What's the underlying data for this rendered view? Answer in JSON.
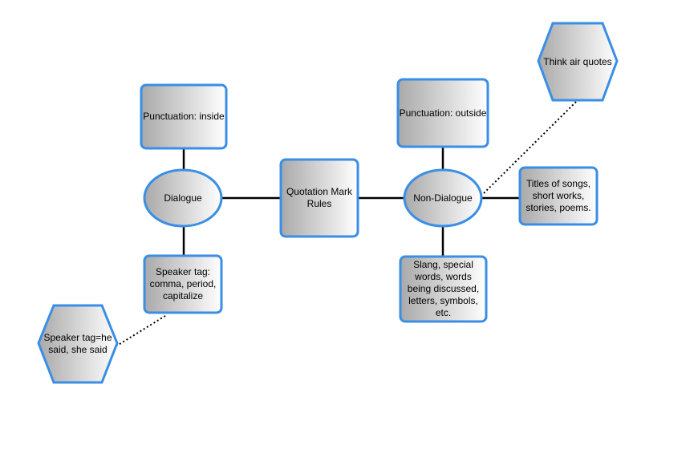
{
  "diagram": {
    "colors": {
      "border": "#3a8ee6",
      "fill_dark": "#a9a9a9",
      "fill_light": "#ffffff",
      "connector": "#000000"
    },
    "center": {
      "label": "Quotation Mark Rules"
    },
    "dialogue": {
      "label": "Dialogue",
      "punctuation": "Punctuation: inside",
      "speaker_tag": "Speaker tag: comma, period, capitalize",
      "speaker_tag_note": "Speaker tag=he said, she said"
    },
    "non_dialogue": {
      "label": "Non-Dialogue",
      "punctuation": "Punctuation: outside",
      "titles": "Titles of songs, short works, stories, poems.",
      "slang": "Slang, special words, words being discussed, letters, symbols, etc.",
      "air_quotes_note": "Think air quotes"
    }
  }
}
